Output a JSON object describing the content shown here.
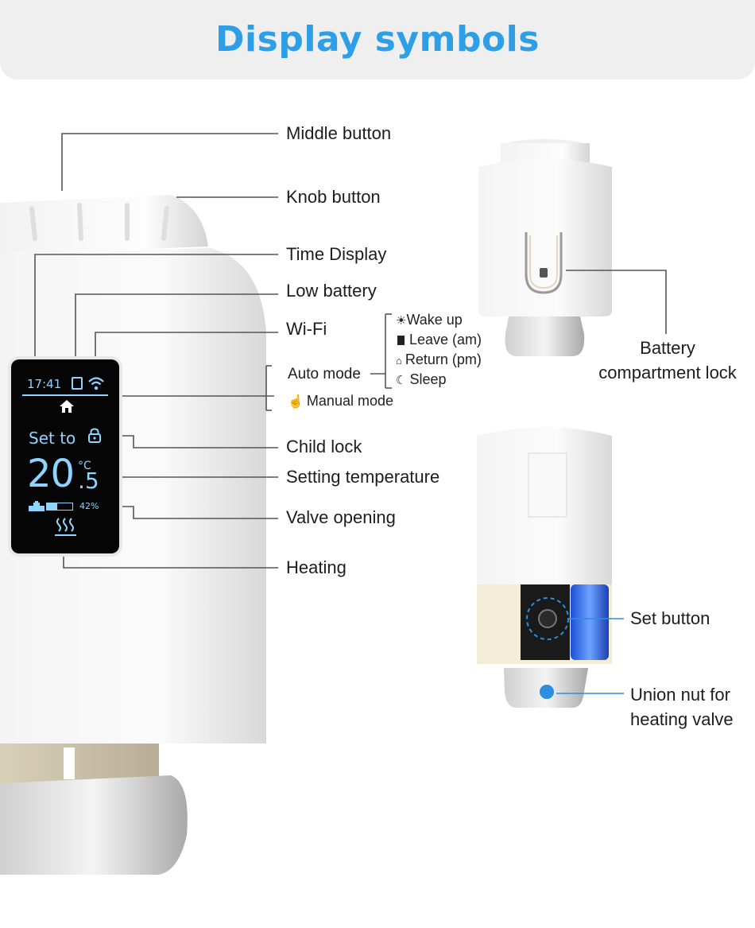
{
  "header": {
    "title": "Display symbols"
  },
  "labels": {
    "middle_button": "Middle button",
    "knob_button": "Knob button",
    "time_display": "Time Display",
    "low_battery": "Low battery",
    "wifi": "Wi-Fi",
    "auto_mode": "Auto mode",
    "manual_mode": "Manual mode",
    "child_lock": "Child lock",
    "setting_temperature": "Setting temperature",
    "valve_opening": "Valve opening",
    "heating": "Heating",
    "battery_compartment_lock_1": "Battery",
    "battery_compartment_lock_2": "compartment lock",
    "set_button": "Set button",
    "union_nut_1": "Union nut for",
    "union_nut_2": "heating valve"
  },
  "auto_modes": [
    {
      "icon": "sun-icon",
      "label": "Wake up"
    },
    {
      "icon": "door-icon",
      "label": "Leave (am)"
    },
    {
      "icon": "home-icon",
      "label": "Return (pm)"
    },
    {
      "icon": "moon-icon",
      "label": "Sleep"
    }
  ],
  "screen": {
    "time": "17:41",
    "set_to": "Set to",
    "temp_int": "20",
    "temp_dec": ".5",
    "temp_unit": "°C",
    "valve_percent": "42%",
    "valve_level": 0.42
  },
  "colors": {
    "title": "#2e9fe6",
    "screen_text": "#8fd3ff",
    "callout_blue": "#2a8fe0"
  }
}
